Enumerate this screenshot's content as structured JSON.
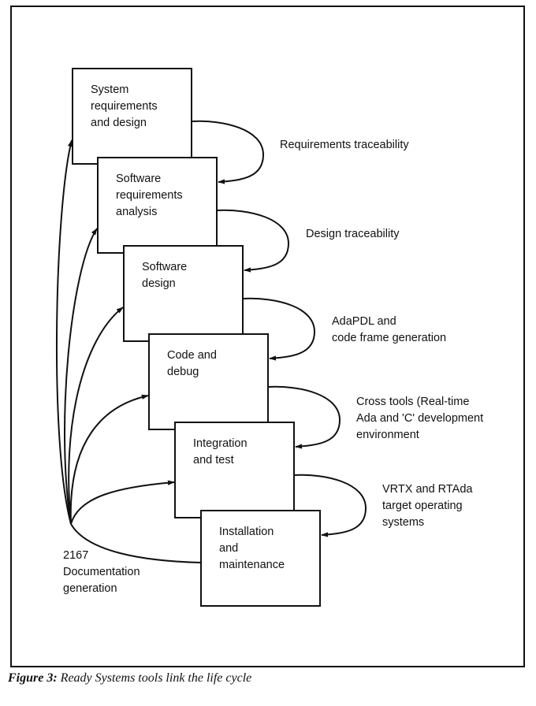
{
  "diagram": {
    "stages": [
      {
        "id": "stage-1",
        "label": "System\nrequirements\nand design"
      },
      {
        "id": "stage-2",
        "label": "Software\nrequirements\nanalysis"
      },
      {
        "id": "stage-3",
        "label": "Software\ndesign"
      },
      {
        "id": "stage-4",
        "label": "Code and\ndebug"
      },
      {
        "id": "stage-5",
        "label": "Integration\nand test"
      },
      {
        "id": "stage-6",
        "label": "Installation\nand\nmaintenance"
      }
    ],
    "links": [
      {
        "from": "stage-1",
        "to": "stage-2",
        "label": "Requirements traceability"
      },
      {
        "from": "stage-2",
        "to": "stage-3",
        "label": "Design traceability"
      },
      {
        "from": "stage-3",
        "to": "stage-4",
        "label": "AdaPDL and\ncode frame generation"
      },
      {
        "from": "stage-4",
        "to": "stage-5",
        "label": "Cross tools (Real-time\nAda and 'C' development\nenvironment"
      },
      {
        "from": "stage-5",
        "to": "stage-6",
        "label": "VRTX and RTAda\ntarget operating\nsystems"
      }
    ],
    "documentation": {
      "label": "2167\nDocumentation\ngeneration",
      "targets": [
        "stage-1",
        "stage-2",
        "stage-3",
        "stage-4",
        "stage-5",
        "stage-6"
      ]
    }
  },
  "caption": {
    "prefix": "Figure 3:",
    "text": " Ready Systems tools link the life cycle"
  }
}
